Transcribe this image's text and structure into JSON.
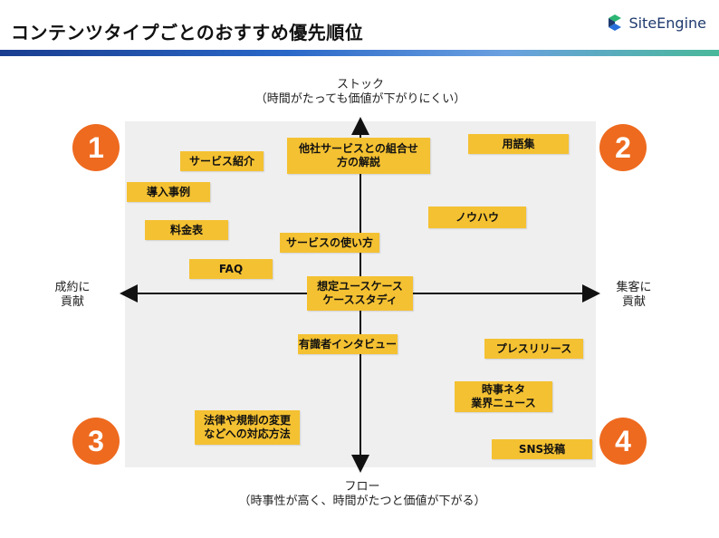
{
  "header": {
    "title": "コンテンツタイプごとのおすすめ優先順位",
    "logo_text": "SiteEngine",
    "logo_colors": [
      "#2bb673",
      "#2a6fdb",
      "#1e3a6e"
    ]
  },
  "axes": {
    "top_label": "ストック",
    "top_sub": "（時間がたっても価値が下がりにくい）",
    "bottom_label": "フロー",
    "bottom_sub": "（時事性が高く、時間がたつと価値が下がる）",
    "left_line1": "成約に",
    "left_line2": "貢献",
    "right_line1": "集客に",
    "right_line2": "貢献"
  },
  "quadrants": [
    "1",
    "2",
    "3",
    "4"
  ],
  "colors": {
    "badge": "#ee6a1f",
    "box": "#f4c132",
    "panel": "#efefef"
  },
  "items": [
    {
      "id": "service-intro",
      "line1": "サービス紹介"
    },
    {
      "id": "case-studies",
      "line1": "導入事例"
    },
    {
      "id": "pricing",
      "line1": "料金表"
    },
    {
      "id": "faq",
      "line1": "FAQ"
    },
    {
      "id": "integration",
      "line1": "他社サービスとの組合せ",
      "line2": "方の解説"
    },
    {
      "id": "glossary",
      "line1": "用語集"
    },
    {
      "id": "knowhow",
      "line1": "ノウハウ"
    },
    {
      "id": "how-to-use",
      "line1": "サービスの使い方"
    },
    {
      "id": "use-case",
      "line1": "想定ユースケース",
      "line2": "ケーススタディ"
    },
    {
      "id": "interview",
      "line1": "有識者インタビュー"
    },
    {
      "id": "press",
      "line1": "プレスリリース"
    },
    {
      "id": "news",
      "line1": "時事ネタ",
      "line2": "業界ニュース"
    },
    {
      "id": "law",
      "line1": "法律や規制の変更",
      "line2": "などへの対応方法"
    },
    {
      "id": "sns",
      "line1": "SNS投稿"
    }
  ]
}
